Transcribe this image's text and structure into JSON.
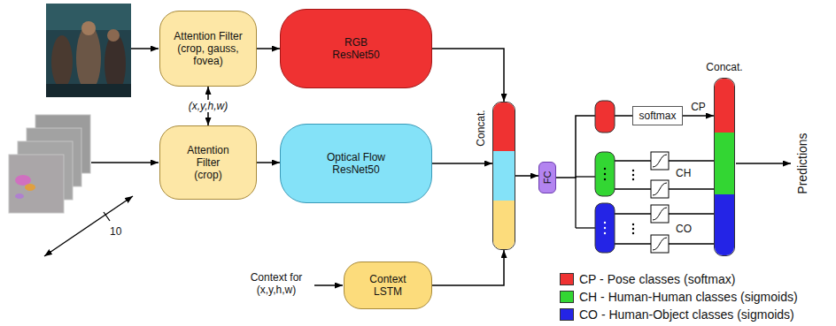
{
  "diagram": {
    "nodes": [
      {
        "text": [
          "Attention Filter (crop, gauss, fovea)"
        ]
      },
      {
        "text": [
          "RGB ResNet50"
        ]
      },
      {
        "text": [
          "Attention Filter (crop)"
        ]
      },
      {
        "text": [
          "Optical Flow ResNet50"
        ]
      },
      {
        "text": [
          "Context LSTM"
        ]
      },
      {
        "text": [
          "Concat."
        ]
      },
      {
        "text": [
          "FC"
        ]
      },
      {
        "text": [
          "softmax"
        ]
      },
      {
        "text": [
          "Concat."
        ]
      }
    ],
    "edges": [
      {
        "from": 0,
        "to": 1,
        "arrow": "to"
      },
      {
        "from": 2,
        "to": 3,
        "arrow": "to"
      },
      {
        "from": 0,
        "to": 2,
        "arrow": "both",
        "label": "(x,y,h,w)"
      },
      {
        "from": 1,
        "to": 5,
        "arrow": "to"
      },
      {
        "from": 3,
        "to": 5,
        "arrow": "to"
      },
      {
        "from": 4,
        "to": 5,
        "arrow": "to"
      },
      {
        "from": 5,
        "to": 6,
        "arrow": "to"
      },
      {
        "from": 6,
        "to": 7,
        "arrow": "none"
      },
      {
        "from": 7,
        "to": 8,
        "arrow": "to",
        "label": "CP"
      }
    ],
    "labels": [
      "10",
      "Context for (x,y,h,w)",
      "CH",
      "CO",
      "Predictions"
    ],
    "legend": [
      {
        "text": "CP - Pose classes (softmax)",
        "color": "#ef3232"
      },
      {
        "text": "CH - Human-Human classes (sigmoids)",
        "color": "#33d633"
      },
      {
        "text": "CO - Human-Object classes (sigmoids)",
        "color": "#2424e6"
      }
    ]
  }
}
